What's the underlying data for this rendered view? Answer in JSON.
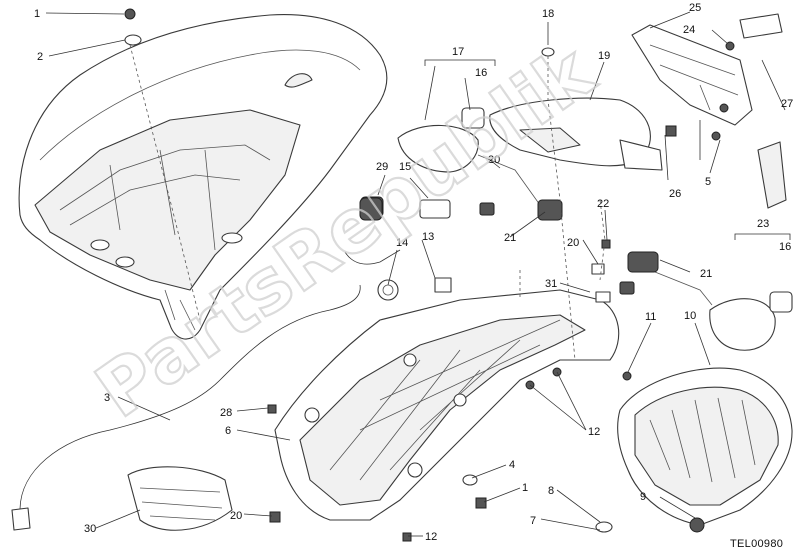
{
  "drawing_code": "TEL00980",
  "watermark": "PartsRepublik",
  "callouts": [
    "1",
    "2",
    "3",
    "4",
    "5",
    "6",
    "7",
    "8",
    "9",
    "10",
    "11",
    "12",
    "12",
    "13",
    "14",
    "15",
    "16",
    "16",
    "17",
    "18",
    "19",
    "20",
    "20",
    "20",
    "21",
    "21",
    "22",
    "23",
    "24",
    "25",
    "26",
    "27",
    "28",
    "29",
    "30",
    "31",
    "1"
  ]
}
